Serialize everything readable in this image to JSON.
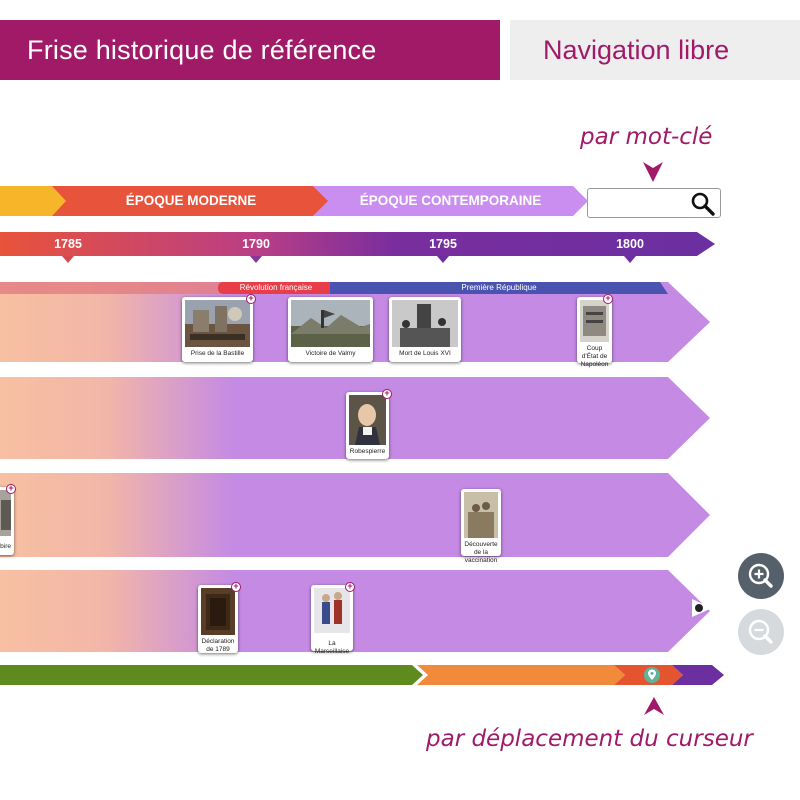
{
  "tabs": {
    "active_label": "Frise historique de référence",
    "other_label": "Navigation libre"
  },
  "hints": {
    "keyword": "par mot-clé",
    "cursor": "par déplacement du curseur"
  },
  "search": {
    "placeholder": "",
    "value": "",
    "icon": "search-icon"
  },
  "eras": [
    {
      "label": "ÉPOQUE MODERNE",
      "color": "#e8533b"
    },
    {
      "label": "ÉPOQUE CONTEMPORAINE",
      "color": "#c98ef0"
    }
  ],
  "years": [
    "1785",
    "1790",
    "1795",
    "1800"
  ],
  "periods": [
    {
      "label": "Révolution française",
      "color": "#e83e49"
    },
    {
      "label": "Première République",
      "color": "#4a53b0"
    }
  ],
  "cards": [
    {
      "label": "Prise de la Bastille"
    },
    {
      "label": "Victoire de Valmy"
    },
    {
      "label": "Mort de Louis XVI"
    },
    {
      "label": "Coup d'État de Napoléon"
    },
    {
      "label": "Robespierre"
    },
    {
      "label": "Découverte de la vaccination"
    },
    {
      "label": "Déclaration de 1789"
    },
    {
      "label": "La Marseillaise"
    }
  ],
  "partial_card_label": "bire",
  "zoom": {
    "in_icon": "zoom-in-icon",
    "out_icon": "zoom-out-icon"
  },
  "colors": {
    "brand": "#a01a67",
    "timeline_purple": "#6b2fa0",
    "band_purple": "#c48ae4",
    "band_peach": "#f7c0a2",
    "nav_green": "#5e8a1e",
    "nav_orange": "#f28a3c",
    "nav_red": "#e4552f"
  }
}
